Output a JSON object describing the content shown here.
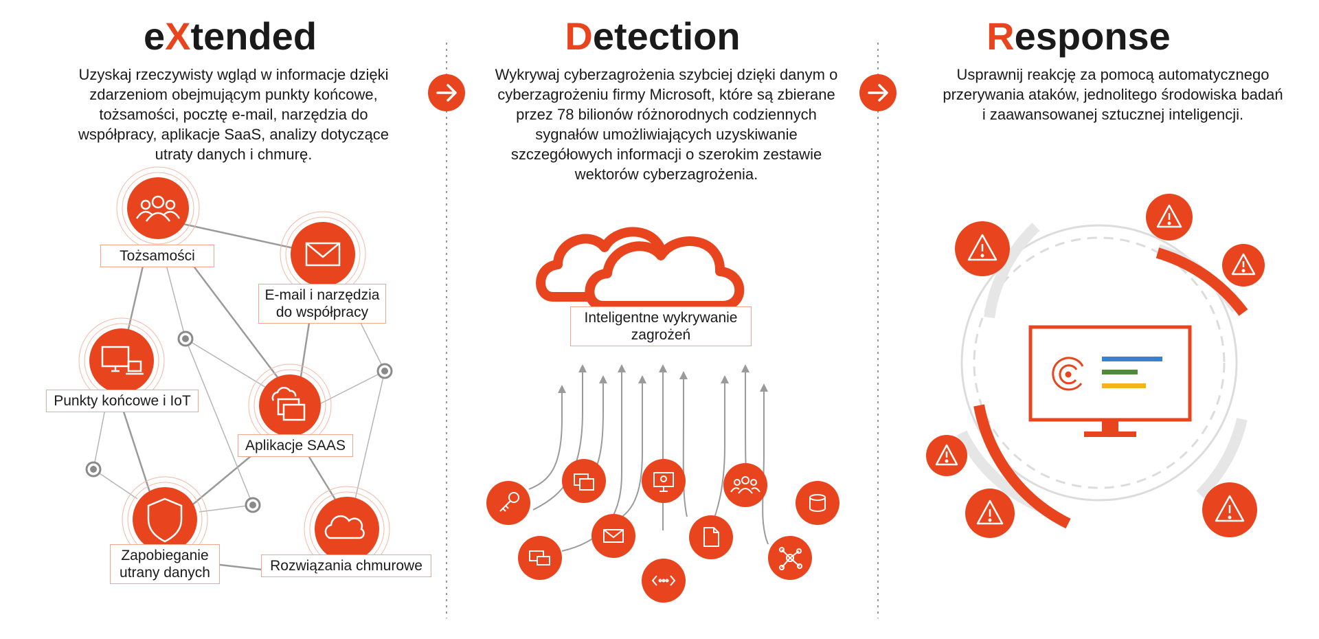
{
  "colors": {
    "accent": "#e8451e",
    "line": "#9a9a9a",
    "ring": "#f4b8a6",
    "pale": "#e6e6e6",
    "bar1": "#3b7fd1",
    "bar2": "#4f8b3a",
    "bar3": "#f2b41c"
  },
  "columns": [
    {
      "title_highlight": "e",
      "title_highlight2": "X",
      "title_rest": "tended",
      "description": "Uzyskaj rzeczywisty wgląd w informacje dzięki zdarzeniom obejmującym punkty końcowe, tożsamości, pocztę e-mail, narzędzia do współpracy, aplikacje SaaS, analizy dotyczące utraty danych i chmurę."
    },
    {
      "title_highlight": "D",
      "title_rest": "etection",
      "description": "Wykrywaj cyberzagrożenia szybciej dzięki danym o cyberzagrożeniu firmy Microsoft, które są zbierane przez 78 bilionów różnorodnych codziennych sygnałów umożliwiających uzyskiwanie szczegółowych informacji o szerokim zestawie wektorów cyberzagrożenia."
    },
    {
      "title_highlight": "R",
      "title_rest": "esponse",
      "description": "Usprawnij reakcję za pomocą automatycznego przerywania ataków, jednolitego środowiska badań i zaawansowanej sztucznej inteligencji."
    }
  ],
  "nodes": {
    "identities": "Tożsamości",
    "email": "E-mail i narzędzia do współpracy",
    "endpoints": "Punkty końcowe i IoT",
    "saas": "Aplikacje SAAS",
    "dlp": "Zapobieganie utrany danych",
    "cloud": "Rozwiązania chmurowe"
  },
  "detection_label": "Inteligentne wykrywanie zagrożeń",
  "icons": {
    "identities": "people-icon",
    "email": "envelope-icon",
    "endpoints": "laptop-icon",
    "saas": "cloud-apps-icon",
    "dlp": "shield-icon",
    "cloud": "cloud-icon",
    "arrow": "arrow-right-icon",
    "alert": "warning-icon",
    "monitor": "monitor-icon"
  }
}
